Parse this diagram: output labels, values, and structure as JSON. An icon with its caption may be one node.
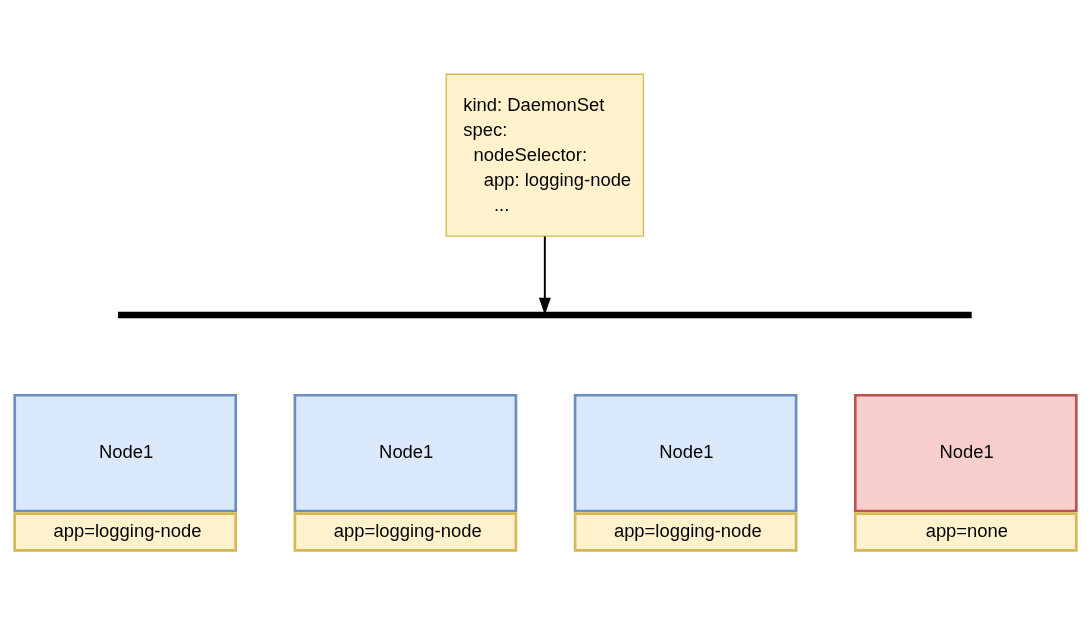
{
  "diagram": {
    "nodes": [
      {
        "text": [
          "kind: DaemonSet",
          "spec:",
          "nodeSelector:",
          "app: logging-node",
          "..."
        ]
      },
      {
        "text": [],
        "shape": "brace"
      },
      {
        "text": [
          "Node1",
          "app=logging-node"
        ]
      },
      {
        "text": [
          "Node1",
          "app=logging-node"
        ]
      },
      {
        "text": [
          "Node1",
          "app=logging-node"
        ]
      },
      {
        "text": [
          "Node1",
          "app=none"
        ]
      }
    ],
    "edges": [
      {
        "from": 0,
        "to": 1,
        "arrow": "to"
      }
    ]
  }
}
